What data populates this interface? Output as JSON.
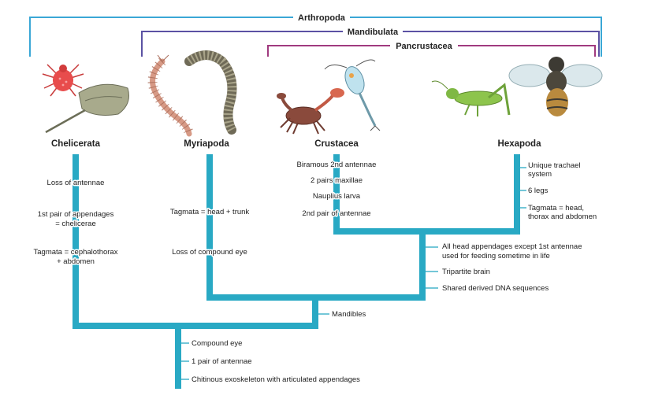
{
  "brackets": {
    "arthropoda": "Arthropoda",
    "mandibulata": "Mandibulata",
    "pancrustacea": "Pancrustacea"
  },
  "taxa": {
    "chelicerata": "Chelicerata",
    "myriapoda": "Myriapoda",
    "crustacea": "Crustacea",
    "hexapoda": "Hexapoda"
  },
  "traits": {
    "chelicerata": [
      "Loss of antennae",
      "1st pair of appendages",
      "= chelicerae",
      "Tagmata = cephalothorax",
      "+ abdomen"
    ],
    "myriapoda": [
      "Tagmata = head + trunk",
      "Loss of compound eye"
    ],
    "crustacea": [
      "Biramous 2nd antennae",
      "2 pairs maxillae",
      "Nauplius larva",
      "2nd pair of antennae"
    ],
    "hexapoda": [
      "Unique trachael",
      "system",
      "6 legs",
      "Tagmata = head,",
      "thorax and abdomen"
    ],
    "pancrustacea_node": [
      "All head appendages except 1st antennae",
      "used for feeding sometime in life",
      "Tripartite brain",
      "Shared derived DNA sequences"
    ],
    "mandibulata_node": [
      "Mandibles"
    ],
    "arthropoda_node": [
      "Compound eye",
      "1 pair of antennae",
      "Chitinous exoskeleton with articulated appendages"
    ]
  },
  "colors": {
    "tree": "#29a9c4",
    "arthropoda_bracket": "#3aa7d6",
    "mandibulata_bracket": "#5b52a3",
    "pancrustacea_bracket": "#a03a7f"
  },
  "icons": [
    "mite-icon",
    "horseshoe-crab-icon",
    "centipede-icon",
    "millipede-icon",
    "crab-icon",
    "copepod-icon",
    "grasshopper-icon",
    "fly-icon"
  ]
}
